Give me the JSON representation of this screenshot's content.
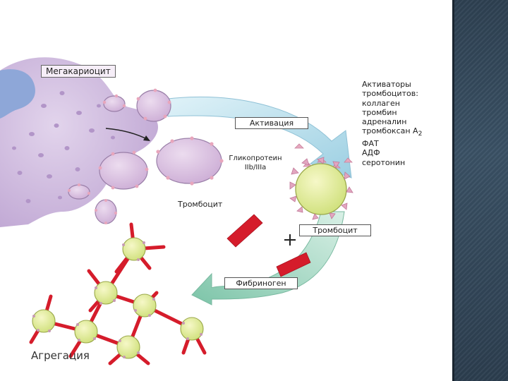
{
  "labels": {
    "megakaryocyte": "Мегакариоцит",
    "activation": "Активация",
    "glycoprotein_line1": "Гликопротеин",
    "glycoprotein_line2": "IIb/IIIa",
    "platelet_left": "Тромбоцит",
    "platelet_right": "Тромбоцит",
    "fibrinogen": "Фибриноген",
    "aggregation": "Агрегация",
    "plus_sign": "+"
  },
  "activators": {
    "title_line1": "Активаторы",
    "title_line2": "тромбоцитов:",
    "items": [
      "коллаген",
      "тромбин",
      "адреналин",
      "тромбоксан A",
      "ФАТ",
      "АДФ",
      "серотонин"
    ],
    "thromboxane_subscript": "2"
  },
  "colors": {
    "megakaryocyte": "#cdb9dd",
    "nucleus": "#8aa4d6",
    "granule": "#b89acb",
    "resting_platelet": "#d9c2df",
    "active_platelet": "#e3eb9a",
    "receptor": "#d57fa8",
    "fibrinogen": "#d81e2e",
    "arrow_top": "#a9d7e8",
    "arrow_bottom": "#9ad3bf",
    "side_panel": "#34495c"
  }
}
